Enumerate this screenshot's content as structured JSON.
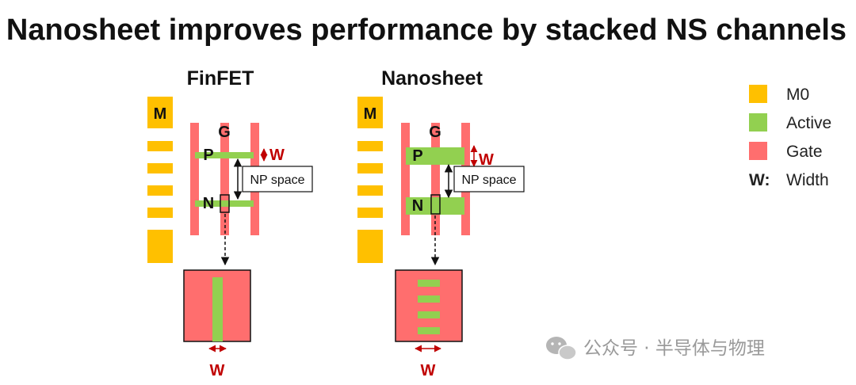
{
  "title": "Nanosheet improves performance by stacked NS channels",
  "colors": {
    "m0": "#FFC000",
    "active": "#92D050",
    "gate": "#FF6E6E",
    "width": "#C00000",
    "text": "#111111",
    "watermark": "#9a9a9a"
  },
  "finfet": {
    "heading": "FinFET",
    "m0_label": "M",
    "gate_label": "G",
    "p_label": "P",
    "n_label": "N",
    "width_label": "W",
    "np_space_label": "NP space",
    "bottom_width_label": "W"
  },
  "nanosheet": {
    "heading": "Nanosheet",
    "m0_label": "M",
    "gate_label": "G",
    "p_label": "P",
    "n_label": "N",
    "width_label": "W",
    "np_space_label": "NP space",
    "bottom_width_label": "W",
    "sheet_count": 4
  },
  "legend": [
    {
      "label": "M0",
      "swatch": "m0"
    },
    {
      "label": "Active",
      "swatch": "active"
    },
    {
      "label": "Gate",
      "swatch": "gate"
    },
    {
      "label": "Width",
      "symbol": "W:"
    }
  ],
  "watermark": {
    "icon": "wechat-icon",
    "text": "公众号 · 半导体与物理"
  }
}
